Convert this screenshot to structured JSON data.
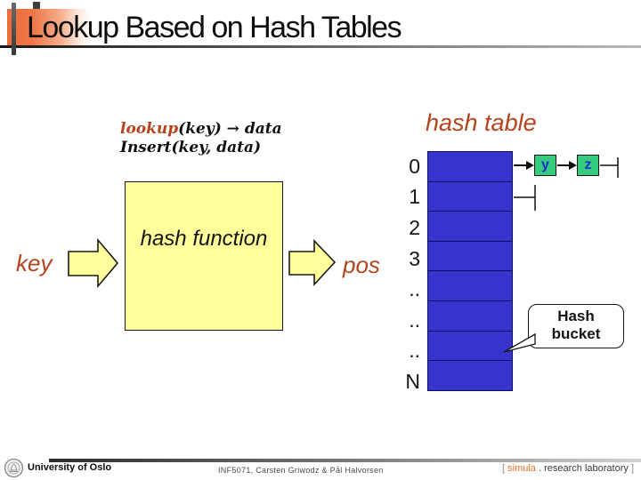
{
  "slide": {
    "title": "Lookup Based on Hash Tables"
  },
  "pseudocode": {
    "lookup_keyword": "lookup",
    "lookup_signature": "(key) → data",
    "insert_line": "Insert(key, data)"
  },
  "diagram": {
    "hash_table_label": "hash table",
    "key_label": "key",
    "hash_function_label": "hash function",
    "pos_label": "pos",
    "row_labels": [
      "0",
      "1",
      "2",
      "3",
      "..",
      "..",
      "..",
      "N"
    ],
    "chain_nodes": [
      "y",
      "z"
    ],
    "callout_line1": "Hash",
    "callout_line2": "bucket"
  },
  "footer": {
    "university": "University of Oslo",
    "course": "INF5071, Carsten Griwodz & Pål Halvorsen",
    "lab": {
      "open": "[",
      "brand": "simula",
      "rest": ". research laboratory",
      "close": "]"
    }
  },
  "colors": {
    "accent_text": "#B5431C",
    "bucket_fill": "#3634CC",
    "bucket_border": "#0F0F5E",
    "node_fill": "#35CD7D",
    "node_text": "#1B2CC8",
    "function_box_fill": "#FFFF9C",
    "title_accent_orange": "#EC6C3C",
    "simula_orange": "#E8732A"
  }
}
